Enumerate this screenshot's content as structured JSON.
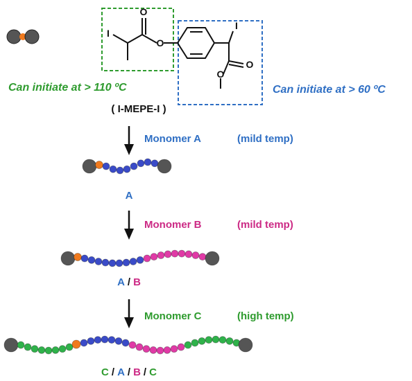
{
  "colors": {
    "green": "#2e9b2e",
    "blue": "#2f6fc4",
    "magenta": "#cc2a85",
    "orange": "#f07a1e",
    "gray_bead": "#555555",
    "black": "#111111",
    "green_bead": "#2fb24a",
    "blue_bead": "#3a4bc8",
    "magenta_bead": "#e03aa6"
  },
  "molecule": {
    "iodine_left": "I",
    "oxygen_carbonyl_left": "O",
    "oxygen_ester_link": "O",
    "iodine_right": "I",
    "oxygen_carbonyl_right": "O",
    "oxygen_methoxy": "O",
    "note_left": "Can initiate at > 110 ºC",
    "note_right": "Can initiate at > 60 ºC",
    "name": "( I-MEPE-I )"
  },
  "steps": [
    {
      "monomer": "Monomer A",
      "temp": "(mild temp)"
    },
    {
      "monomer": "Monomer B",
      "temp": "(mild temp)"
    },
    {
      "monomer": "Monomer C",
      "temp": "(high temp)"
    }
  ],
  "products": {
    "p1": {
      "a": "A"
    },
    "p2": {
      "a": "A",
      "sep": "/",
      "b": "B"
    },
    "p3": {
      "c1": "C",
      "sep1": "/",
      "a": "A",
      "sep2": "/",
      "b": "B",
      "sep3": "/",
      "c2": "C"
    }
  },
  "chains": {
    "chain1": [
      "blue",
      8
    ],
    "chain2": [
      [
        "blue",
        9
      ],
      [
        "magenta",
        9
      ]
    ],
    "chain3": [
      [
        "green",
        8
      ],
      [
        "blue",
        7
      ],
      [
        "magenta",
        8
      ],
      [
        "green",
        8
      ]
    ]
  }
}
